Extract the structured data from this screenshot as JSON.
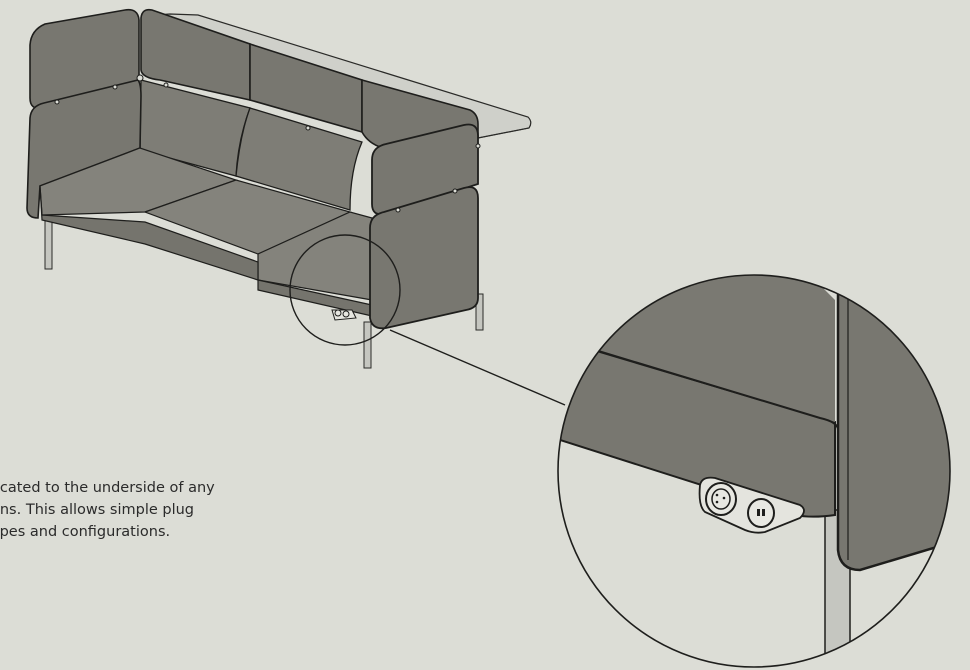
{
  "caption": {
    "line_1": "ocated to the underside of any",
    "line_2": "ons.  This allows simple plug",
    "line_3": "ypes and configurations."
  },
  "colors": {
    "background": "#dcddd6",
    "upholstery": "#787770",
    "upholstery_light": "#84837c",
    "legs": "#c5c6c0",
    "outline": "#1e1e1c",
    "table_top": "#cfd0ca"
  }
}
